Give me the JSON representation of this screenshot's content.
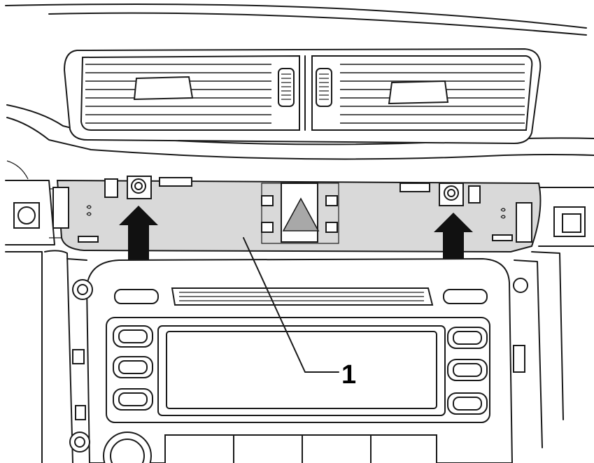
{
  "figure": {
    "callouts": [
      {
        "number": "1"
      }
    ],
    "parts": {
      "trim_strip": "grey-panel",
      "air_vents": "dashboard-air-vents",
      "radio": "radio-head-unit",
      "arrows": "upward-direction-arrows"
    },
    "colors": {
      "line": "#1a1a1a",
      "panel_fill": "#d9d9d9",
      "background": "#ffffff"
    }
  }
}
